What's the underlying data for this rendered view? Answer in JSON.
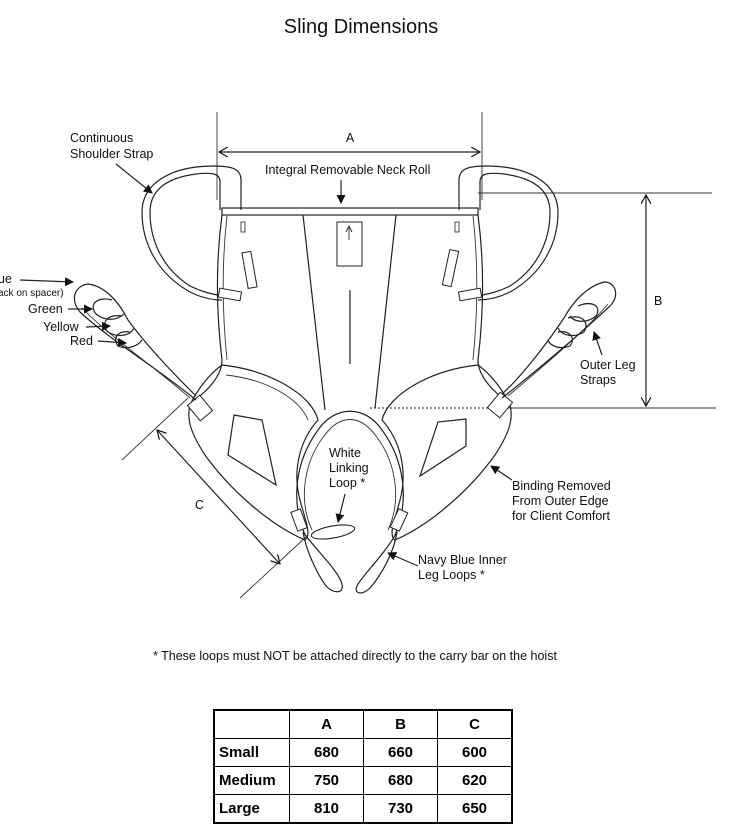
{
  "title": "Sling Dimensions",
  "labels": {
    "shoulder_strap_line1": "Continuous",
    "shoulder_strap_line2": "Shoulder Strap",
    "neck_roll": "Integral Removable Neck Roll",
    "dim_a": "A",
    "dim_b": "B",
    "dim_c": "C",
    "loop_blue": "ue",
    "loop_blue_note": "ack on spacer)",
    "loop_green": "Green",
    "loop_yellow": "Yellow",
    "loop_red": "Red",
    "outer_leg_line1": "Outer Leg",
    "outer_leg_line2": "Straps",
    "white_loop_line1": "White",
    "white_loop_line2": "Linking",
    "white_loop_line3": "Loop *",
    "binding_line1": "Binding Removed",
    "binding_line2": "From Outer Edge",
    "binding_line3": "for Client Comfort",
    "inner_loop_line1": "Navy Blue Inner",
    "inner_loop_line2": "Leg Loops *"
  },
  "footnote": "* These loops must NOT be attached directly to the carry bar on the hoist",
  "table": {
    "headers": [
      "",
      "A",
      "B",
      "C"
    ],
    "rows": [
      {
        "size": "Small",
        "a": "680",
        "b": "660",
        "c": "600"
      },
      {
        "size": "Medium",
        "a": "750",
        "b": "680",
        "c": "620"
      },
      {
        "size": "Large",
        "a": "810",
        "b": "730",
        "c": "650"
      }
    ]
  }
}
